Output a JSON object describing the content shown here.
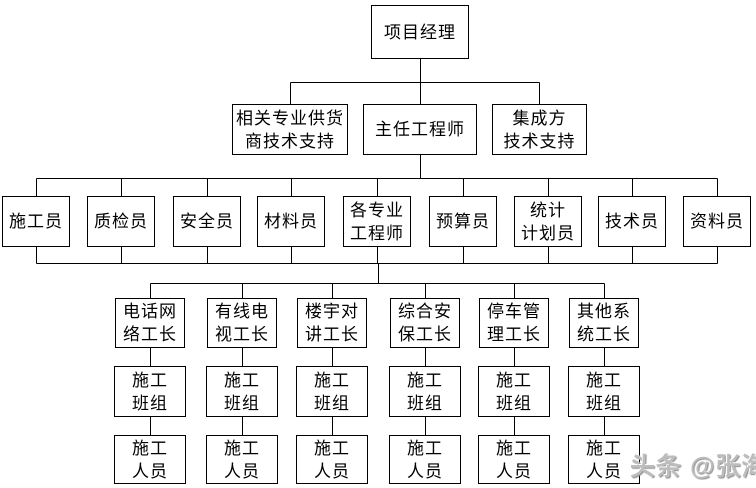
{
  "page": {
    "background_color": "#ffffff",
    "line_color": "#000000",
    "box_border_color": "#000000",
    "box_fill_color": "#ffffff",
    "text_color": "#000000"
  },
  "watermark": {
    "text": "头条 @张海涛",
    "color": "#bdbdbd"
  },
  "diagram": {
    "type": "org-chart",
    "levels": [
      {
        "row": 1,
        "nodes": [
          {
            "label": "项目经理"
          }
        ]
      },
      {
        "row": 2,
        "nodes": [
          {
            "label": "相关专业供货\n商技术支持"
          },
          {
            "label": "主任工程师"
          },
          {
            "label": "集成方\n技术支持"
          }
        ]
      },
      {
        "row": 3,
        "nodes": [
          {
            "label": "施工员"
          },
          {
            "label": "质检员"
          },
          {
            "label": "安全员"
          },
          {
            "label": "材料员"
          },
          {
            "label": "各专业\n工程师"
          },
          {
            "label": "预算员"
          },
          {
            "label": "统计\n计划员"
          },
          {
            "label": "技术员"
          },
          {
            "label": "资料员"
          }
        ]
      },
      {
        "row": 4,
        "nodes": [
          {
            "label": "电话网\n络工长"
          },
          {
            "label": "有线电\n视工长"
          },
          {
            "label": "楼宇对\n讲工长"
          },
          {
            "label": "综合安\n保工长"
          },
          {
            "label": "停车管\n理工长"
          },
          {
            "label": "其他系\n统工长"
          }
        ]
      },
      {
        "row": 5,
        "nodes": [
          {
            "label": "施工\n班组"
          },
          {
            "label": "施工\n班组"
          },
          {
            "label": "施工\n班组"
          },
          {
            "label": "施工\n班组"
          },
          {
            "label": "施工\n班组"
          },
          {
            "label": "施工\n班组"
          }
        ]
      },
      {
        "row": 6,
        "nodes": [
          {
            "label": "施工\n人员"
          },
          {
            "label": "施工\n人员"
          },
          {
            "label": "施工\n人员"
          },
          {
            "label": "施工\n人员"
          },
          {
            "label": "施工\n人员"
          },
          {
            "label": "施工\n人员"
          }
        ]
      }
    ]
  }
}
